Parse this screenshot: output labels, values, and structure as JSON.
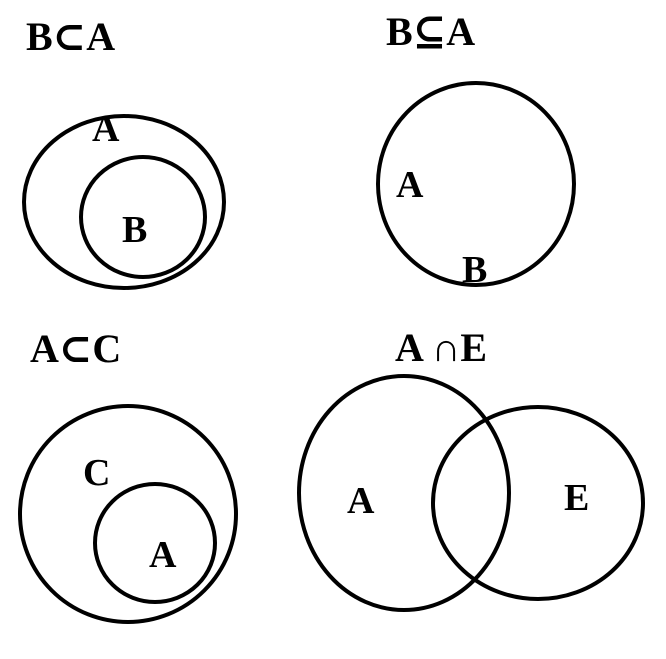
{
  "panels": [
    {
      "title": "B⊂A",
      "labels": [
        "A",
        "B"
      ]
    },
    {
      "title": "B⊆A",
      "labels": [
        "A",
        "B"
      ]
    },
    {
      "title": "A⊂C",
      "labels": [
        "C",
        "A"
      ]
    },
    {
      "title": "A ∩E",
      "labels": [
        "A",
        "E"
      ]
    }
  ],
  "colors": {
    "stroke": "#000000",
    "background": "#ffffff"
  }
}
